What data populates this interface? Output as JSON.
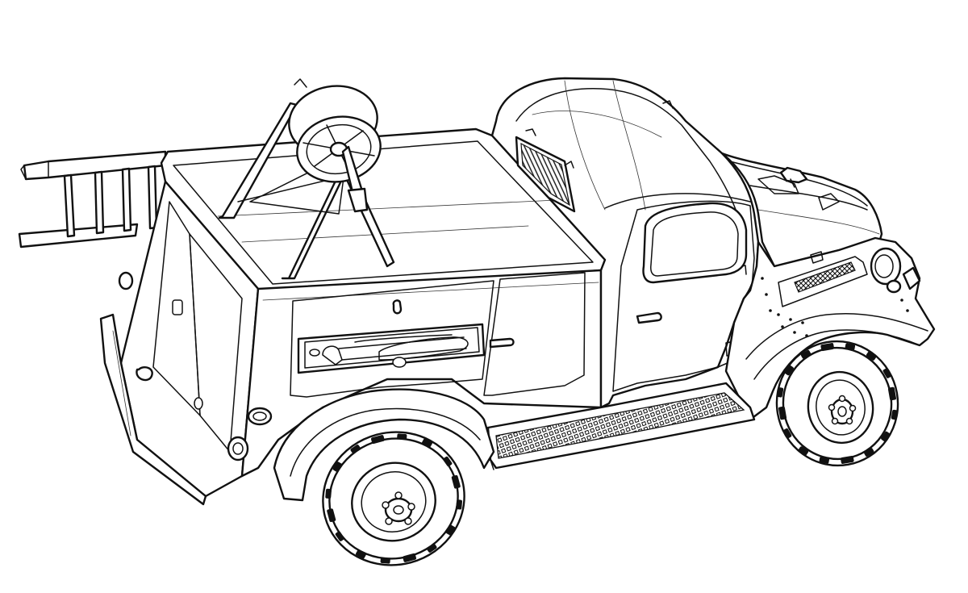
{
  "illustration": {
    "style": "line-art",
    "background": "#ffffff",
    "stroke_color": "#111111",
    "parts": [
      "cab",
      "hood",
      "front-fender",
      "headlight",
      "equipment-body",
      "ladder",
      "hose-reel",
      "side-door",
      "tool-compartment",
      "running-board",
      "rear-wheel",
      "front-wheel"
    ]
  }
}
